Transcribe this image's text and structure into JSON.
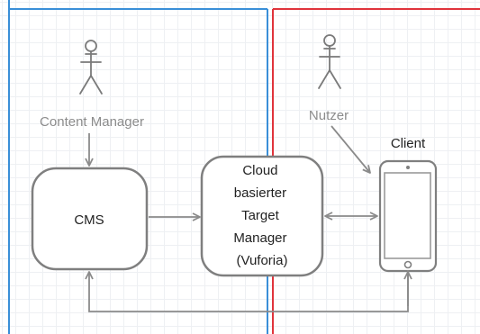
{
  "diagram": {
    "actors": {
      "content_manager": "Content Manager",
      "user": "Nutzer"
    },
    "nodes": {
      "cms": "CMS",
      "cloud": [
        "Cloud",
        "basierter",
        "Target",
        "Manager",
        "(Vuforia)"
      ],
      "client": "Client"
    },
    "colors": {
      "left_zone": "#3a8fd8",
      "right_zone": "#e0343c",
      "stroke": "#7f7f7f",
      "actor_text": "#8c8c8c",
      "label_text": "#222222"
    }
  }
}
